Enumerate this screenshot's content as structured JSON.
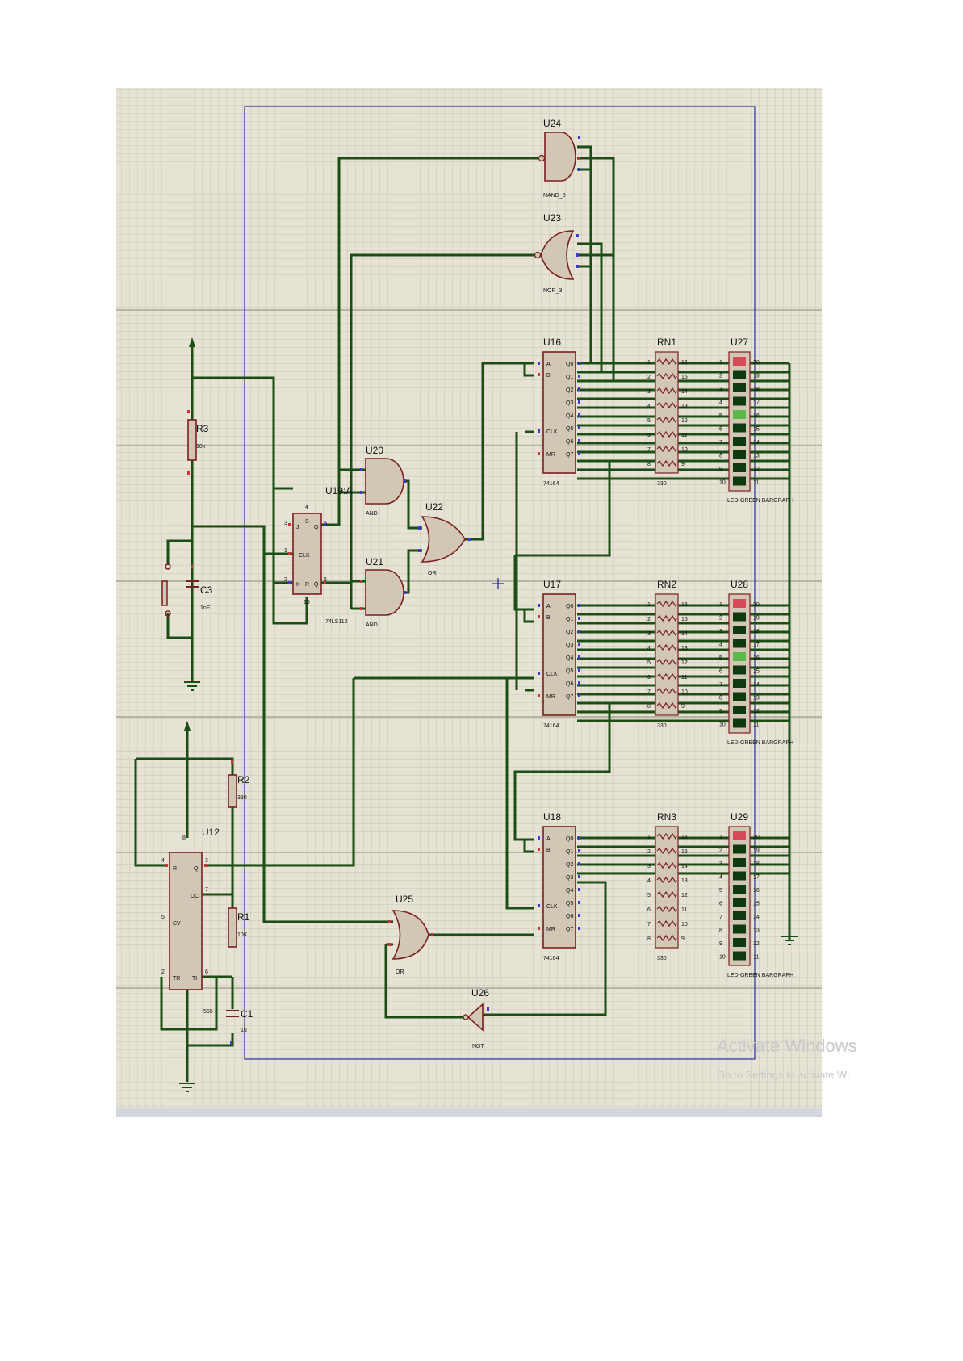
{
  "schematic": {
    "gates": {
      "u24": {
        "ref": "U24",
        "type": "NAND_3"
      },
      "u23": {
        "ref": "U23",
        "type": "NOR_3"
      },
      "u20": {
        "ref": "U20",
        "type": "AND"
      },
      "u21": {
        "ref": "U21",
        "type": "AND"
      },
      "u22": {
        "ref": "U22",
        "type": "OR"
      },
      "u25": {
        "ref": "U25",
        "type": "OR"
      },
      "u26": {
        "ref": "U26",
        "type": "NOT"
      }
    },
    "flipflop": {
      "ref": "U19:A",
      "type": "74LS112",
      "pins": [
        "J",
        "CLK",
        "K",
        "Q",
        "Q̄",
        "S",
        "R"
      ],
      "pin_numbers": [
        "3",
        "1",
        "2",
        "5",
        "6",
        "4",
        "15"
      ]
    },
    "timer": {
      "ref": "U12",
      "type": "555",
      "pins": [
        "R",
        "DC",
        "CV",
        "TR",
        "TH",
        "Q"
      ],
      "pin_numbers": [
        "4",
        "7",
        "5",
        "2",
        "6",
        "3",
        "8"
      ]
    },
    "shift_registers": [
      {
        "ref": "U16",
        "type": "74164",
        "pins": [
          "A",
          "B",
          "CLK",
          "MR"
        ],
        "outputs": [
          "Q0",
          "Q1",
          "Q2",
          "Q3",
          "Q4",
          "Q5",
          "Q6",
          "Q7"
        ]
      },
      {
        "ref": "U17",
        "type": "74164",
        "pins": [
          "A",
          "B",
          "CLK",
          "MR"
        ],
        "outputs": [
          "Q0",
          "Q1",
          "Q2",
          "Q3",
          "Q4",
          "Q5",
          "Q6",
          "Q7"
        ]
      },
      {
        "ref": "U18",
        "type": "74164",
        "pins": [
          "A",
          "B",
          "CLK",
          "MR"
        ],
        "outputs": [
          "Q0",
          "Q1",
          "Q2",
          "Q3",
          "Q4",
          "Q5",
          "Q6",
          "Q7"
        ]
      }
    ],
    "resistor_networks": [
      {
        "ref": "RN1",
        "value": "330"
      },
      {
        "ref": "RN2",
        "value": "330"
      },
      {
        "ref": "RN3",
        "value": "330"
      }
    ],
    "bargraphs": [
      {
        "ref": "U27",
        "type": "LED-GREEN BARGRAPH",
        "lit": [
          0,
          4
        ]
      },
      {
        "ref": "U28",
        "type": "LED-GREEN BARGRAPH",
        "lit": [
          0,
          4
        ]
      },
      {
        "ref": "U29",
        "type": "LED-GREEN BARGRAPH",
        "lit": [
          0
        ]
      }
    ],
    "passives": {
      "r3": {
        "ref": "R3",
        "value": "10k"
      },
      "c3": {
        "ref": "C3",
        "value": "1nF"
      },
      "r2": {
        "ref": "R2",
        "value": "330"
      },
      "r1": {
        "ref": "R1",
        "value": "10K"
      },
      "c1": {
        "ref": "C1",
        "value": "1u"
      }
    },
    "watermark": {
      "line1": "Activate Windows",
      "line2": "Go to Settings to activate Wi"
    }
  },
  "colors": {
    "background": "#e6e3d5",
    "grid": "#c9c6b6",
    "wire": "#1b4d14",
    "border": "#2a2f9e",
    "body": "#d2c7b5",
    "led_red": "#d64b5a",
    "led_green": "#5db84a",
    "led_dark": "#0f3a10"
  }
}
